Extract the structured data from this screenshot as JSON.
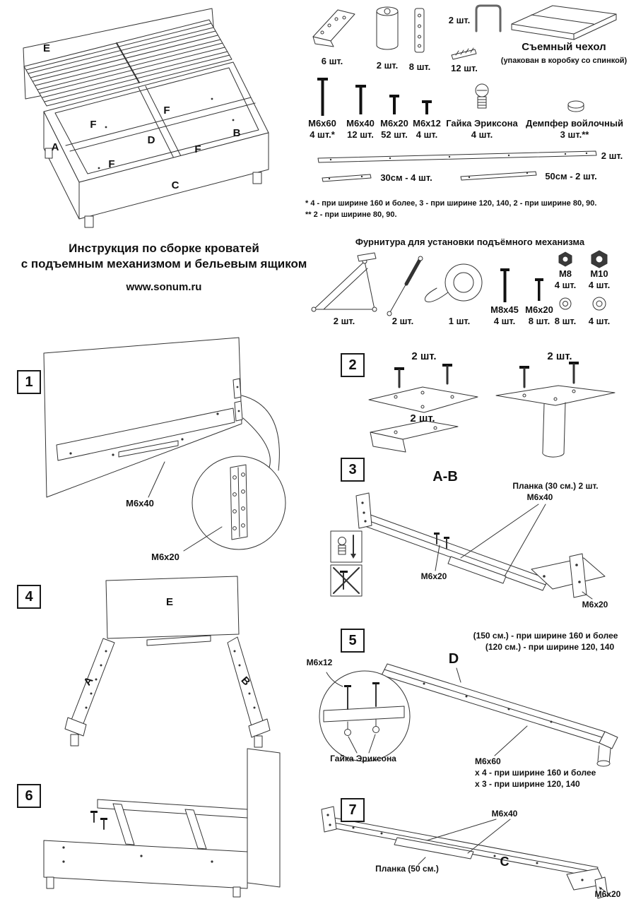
{
  "title": {
    "line1": "Инструкция по сборке кроватей",
    "line2": "с подъемным механизмом и бельевым ящиком",
    "website": "www.sonum.ru"
  },
  "overview": {
    "labels": {
      "e": "E",
      "f1": "F",
      "f2": "F",
      "a": "А",
      "d": "D",
      "b": "В",
      "f3": "F",
      "f4": "F",
      "c": "С"
    }
  },
  "hardware": {
    "bracket_qty": "6 шт.",
    "leg_qty": "2 шт.",
    "plate_qty": "8 шт.",
    "handle_qty": "2 шт.",
    "strip_qty": "12 шт.",
    "cover_title": "Съемный чехол",
    "cover_note": "(упакован в коробку со спинкой)",
    "bolts": [
      {
        "label": "М6х60",
        "qty": "4 шт.*"
      },
      {
        "label": "М6х40",
        "qty": "12 шт."
      },
      {
        "label": "М6х20",
        "qty": "52 шт."
      },
      {
        "label": "М6х12",
        "qty": "4 шт."
      },
      {
        "label": "Гайка Эриксона",
        "qty": "4 шт."
      },
      {
        "label": "Демпфер войлочный",
        "qty": "3 шт.**"
      }
    ],
    "long_plank_qty": "2 шт.",
    "plank30": "30см - 4 шт.",
    "plank50": "50см - 2 шт.",
    "footnote1": "* 4 - при ширине 160 и более, 3 - при ширине 120, 140, 2 - при ширине 80, 90.",
    "footnote2": "** 2 - при ширине 80, 90."
  },
  "lift": {
    "title": "Фурнитура для установки подъёмного механизма",
    "mech_qty": "2 шт.",
    "strut_qty": "2 шт.",
    "strap_qty": "1 шт.",
    "m8x45_label": "М8х45",
    "m8x45_qty": "4 шт.",
    "m6x20_label": "М6х20",
    "m6x20_qty": "8 шт.",
    "m8_label": "М8",
    "m8_qty": "4 шт.",
    "m10_label": "М10",
    "m10_qty": "4 шт.",
    "washer8_qty": "8 шт.",
    "washer10_qty": "4 шт."
  },
  "steps": {
    "s1": {
      "num": "1",
      "m6x40": "М6х40",
      "m6x20": "М6х20"
    },
    "s2": {
      "num": "2",
      "qty_top_left": "2 шт.",
      "qty_top_right": "2 шт.",
      "qty_bottom": "2 шт."
    },
    "s3": {
      "num": "3",
      "heading": "А-В",
      "plank_label": "Планка (30 см.)  2 шт.",
      "m6x40": "М6х40",
      "m6x20_left": "М6х20",
      "m6x20_right": "М6х20"
    },
    "s4": {
      "num": "4",
      "e": "Е",
      "a": "А",
      "b": "В"
    },
    "s5": {
      "num": "5",
      "note1": "(150 см.) - при ширине 160 и более",
      "note2": "(120 см.) - при ширине 120, 140",
      "d": "D",
      "m6x12": "М6х12",
      "nut": "Гайка Эриксона",
      "m6x60": "М6х60",
      "m6x60_note1": "х 4 - при ширине 160 и более",
      "m6x60_note2": "х 3 - при ширине 120, 140"
    },
    "s6": {
      "num": "6"
    },
    "s7": {
      "num": "7",
      "m6x40": "М6х40",
      "plank_label": "Планка (50 см.)",
      "c": "С",
      "m6x20": "М6х20"
    }
  }
}
